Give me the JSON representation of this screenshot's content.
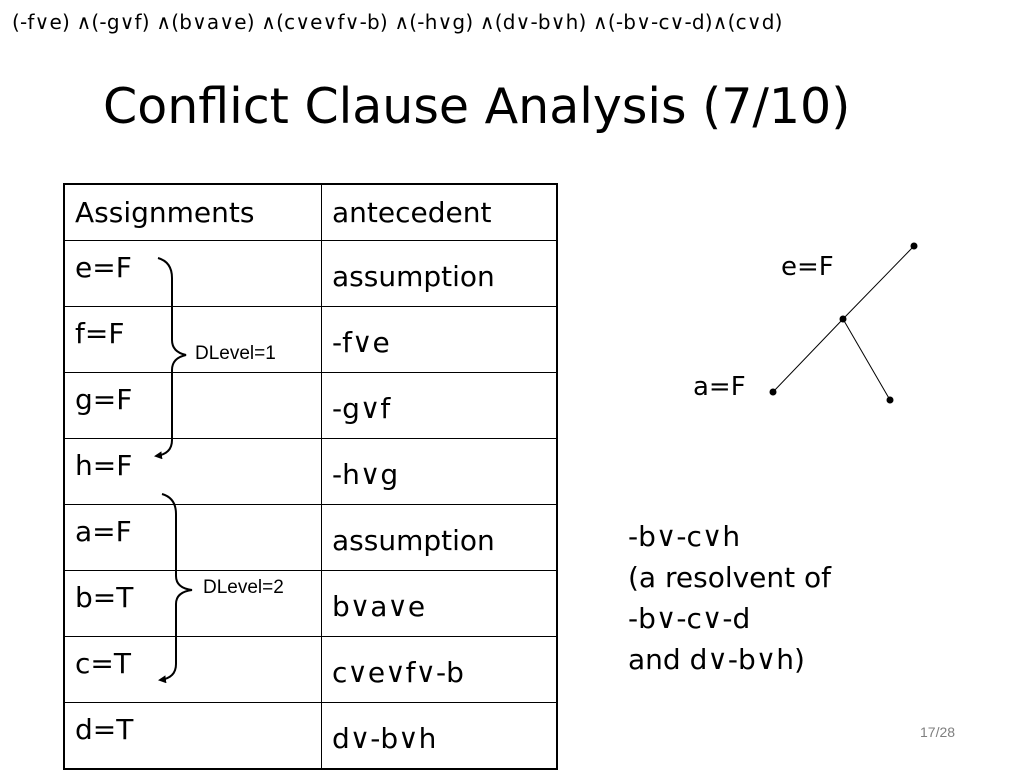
{
  "slide": {
    "formula": "(-f∨e) ∧(-g∨f) ∧(b∨a∨e) ∧(c∨e∨f∨-b) ∧(-h∨g) ∧(d∨-b∨h) ∧(-b∨-c∨-d)∧(c∨d)",
    "title": "Conflict Clause Analysis (7/10)",
    "page_number": "17/28"
  },
  "table": {
    "headers": [
      "Assignments",
      "antecedent"
    ],
    "rows": [
      {
        "assignment": "e=F",
        "antecedent": "assumption"
      },
      {
        "assignment": "f=F",
        "antecedent": "-f∨e"
      },
      {
        "assignment": "g=F",
        "antecedent": "-g∨f"
      },
      {
        "assignment": "h=F",
        "antecedent": "-h∨g"
      },
      {
        "assignment": "a=F",
        "antecedent": "assumption"
      },
      {
        "assignment": "b=T",
        "antecedent": "b∨a∨e"
      },
      {
        "assignment": "c=T",
        "antecedent": "c∨e∨f∨-b"
      },
      {
        "assignment": "d=T",
        "antecedent": "d∨-b∨h"
      }
    ]
  },
  "decision_levels": [
    {
      "label": "DLevel=1"
    },
    {
      "label": "DLevel=2"
    }
  ],
  "graph": {
    "labels": {
      "e": "e=F",
      "a": "a=F"
    }
  },
  "resolvent_note": {
    "lines": [
      "-b∨-c∨h",
      "(a resolvent of",
      "-b∨-c∨-d",
      "and d∨-b∨h)"
    ]
  }
}
